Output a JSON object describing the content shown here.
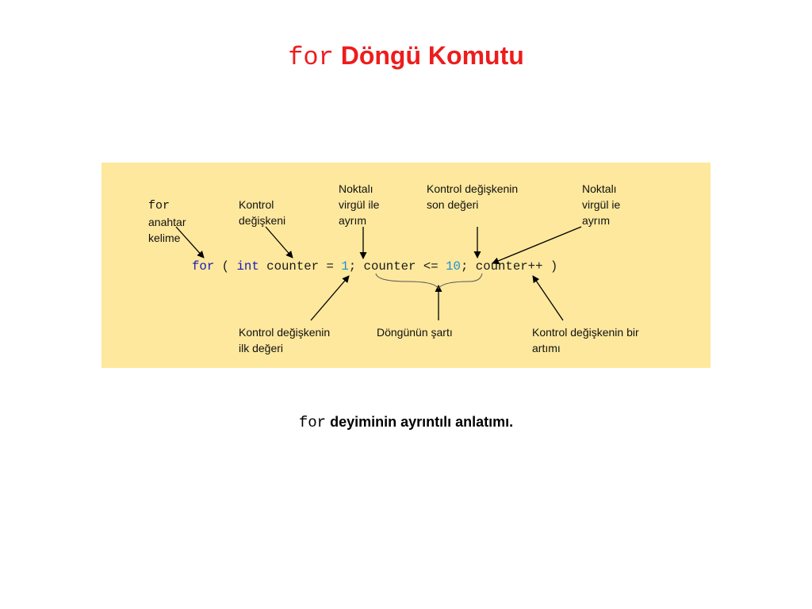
{
  "title": {
    "keyword": "for",
    "text": "Döngü Komutu"
  },
  "code": {
    "kw_for": "for",
    "paren_open": " ( ",
    "kw_int": "int",
    "decl": " counter = ",
    "init": "1",
    "cond": "; counter <= ",
    "limit": "10",
    "inc": "; counter++ )"
  },
  "labels": {
    "keyword_mono": "for",
    "keyword_text": "anahtar\nkelime",
    "control_var": "Kontrol\ndeğişkeni",
    "semicolon_1": "Noktalı\nvirgül ile\nayrım",
    "final_value": "Kontrol değişkenin\nson değeri",
    "semicolon_2": "Noktalı\nvirgül ie\nayrım",
    "initial_value": "Kontrol değişkenin\nilk değeri",
    "loop_condition": "Döngünün şartı",
    "increment": "Kontrol değişkenin bir\nartımı"
  },
  "caption": {
    "keyword": "for",
    "text": "deyiminin ayrıntılı anlatımı."
  },
  "colors": {
    "title": "#ee1c1c",
    "panel": "#fde89d",
    "keyword": "#1a1ab8",
    "number": "#1f8fd6"
  }
}
